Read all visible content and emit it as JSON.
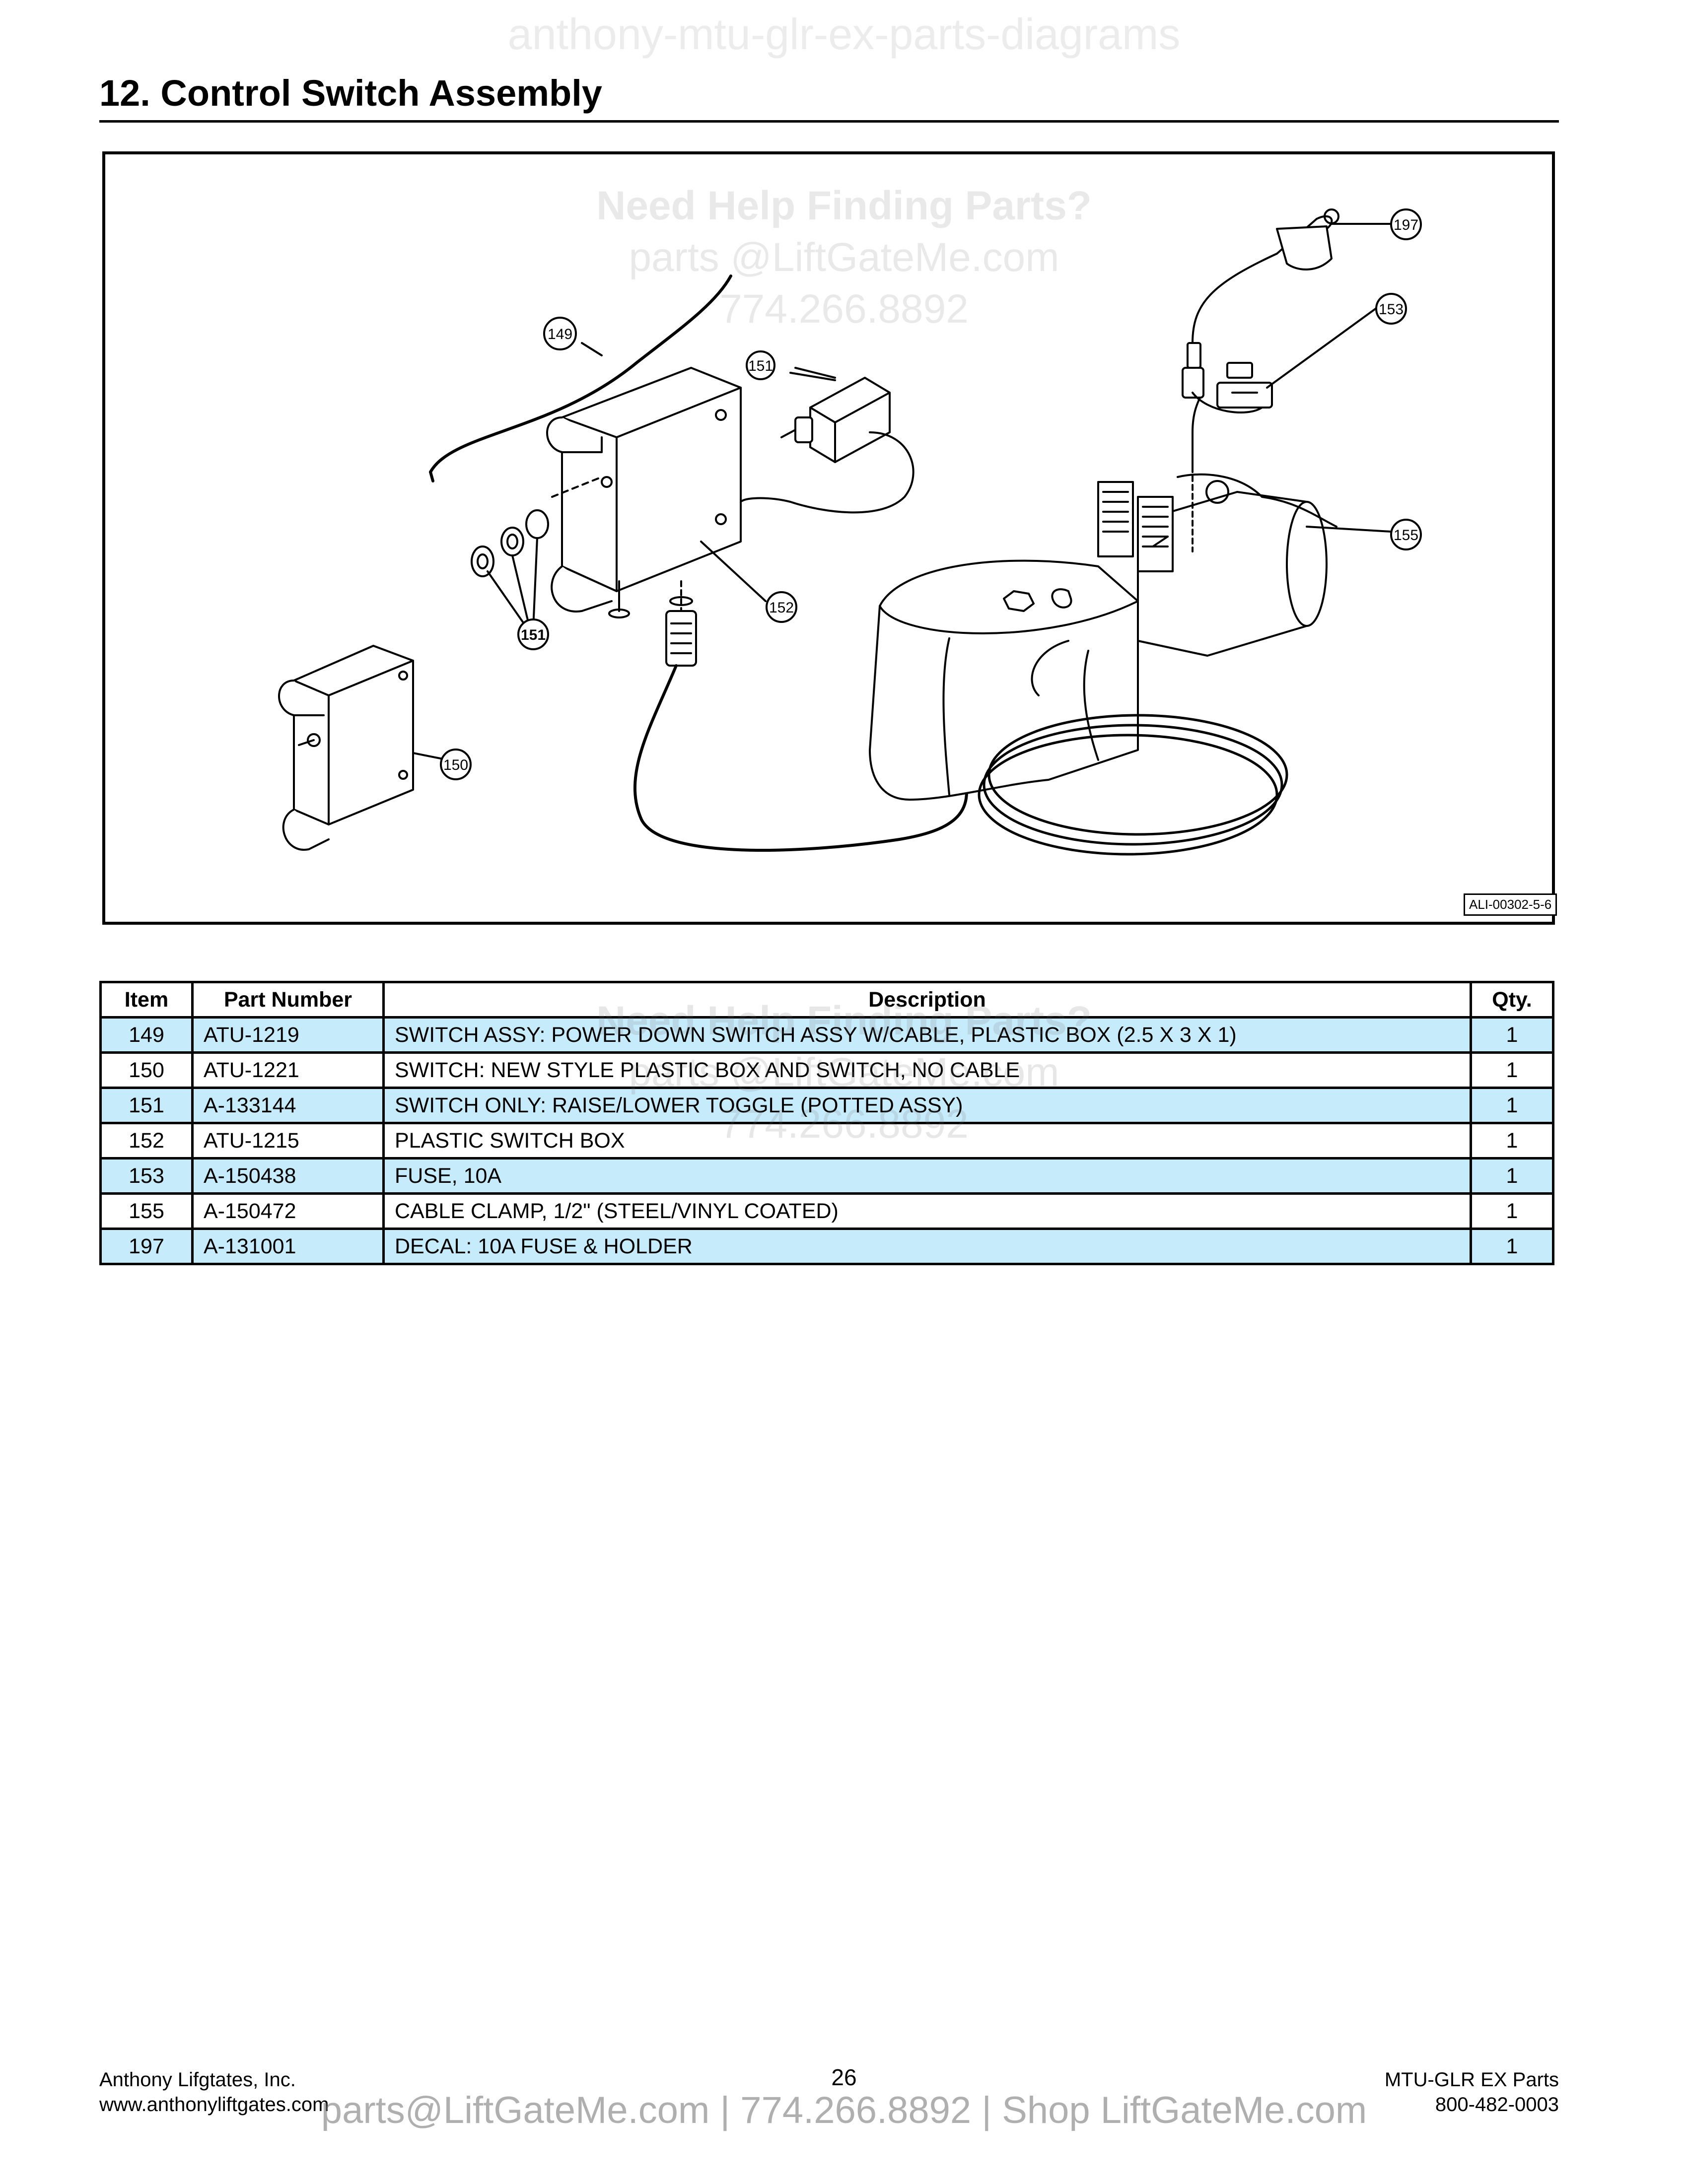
{
  "watermark_top": "anthony-mtu-glr-ex-parts-diagrams",
  "section_title": "12. Control Switch Assembly",
  "help_watermark": {
    "line1": "Need Help Finding Parts?",
    "line2": "parts @LiftGateMe.com",
    "line3": "774.266.8892"
  },
  "figure": {
    "id": "ALI-00302-5-6",
    "callouts": [
      "197",
      "153",
      "149",
      "151",
      "155",
      "152",
      "151",
      "150"
    ]
  },
  "table": {
    "headers": {
      "item": "Item",
      "part": "Part Number",
      "desc": "Description",
      "qty": "Qty."
    },
    "rows": [
      {
        "item": "149",
        "part": "ATU-1219",
        "desc": "SWITCH ASSY: POWER DOWN SWITCH ASSY W/CABLE, PLASTIC BOX (2.5 X 3 X 1)",
        "qty": "1"
      },
      {
        "item": "150",
        "part": "ATU-1221",
        "desc": "SWITCH: NEW STYLE PLASTIC BOX AND SWITCH, NO CABLE",
        "qty": "1"
      },
      {
        "item": "151",
        "part": "A-133144",
        "desc": "SWITCH ONLY: RAISE/LOWER TOGGLE (POTTED ASSY)",
        "qty": "1"
      },
      {
        "item": "152",
        "part": "ATU-1215",
        "desc": "PLASTIC SWITCH BOX",
        "qty": "1"
      },
      {
        "item": "153",
        "part": "A-150438",
        "desc": "FUSE, 10A",
        "qty": "1"
      },
      {
        "item": "155",
        "part": "A-150472",
        "desc": "CABLE CLAMP, 1/2\" (STEEL/VINYL COATED)",
        "qty": "1"
      },
      {
        "item": "197",
        "part": "A-131001",
        "desc": "DECAL: 10A FUSE & HOLDER",
        "qty": "1"
      }
    ]
  },
  "table_watermark": {
    "line1": "Need Help Finding Parts?",
    "line2": "parts @LiftGateMe.com",
    "line3": "774.266.8892"
  },
  "footer": {
    "company": "Anthony Lifgtates, Inc.",
    "website": "www.anthonyliftgates.com",
    "page": "26",
    "doc": "MTU-GLR EX Parts",
    "phone": "800-482-0003",
    "watermark": "parts@LiftGateMe.com | 774.266.8892 | Shop LiftGateMe.com"
  }
}
